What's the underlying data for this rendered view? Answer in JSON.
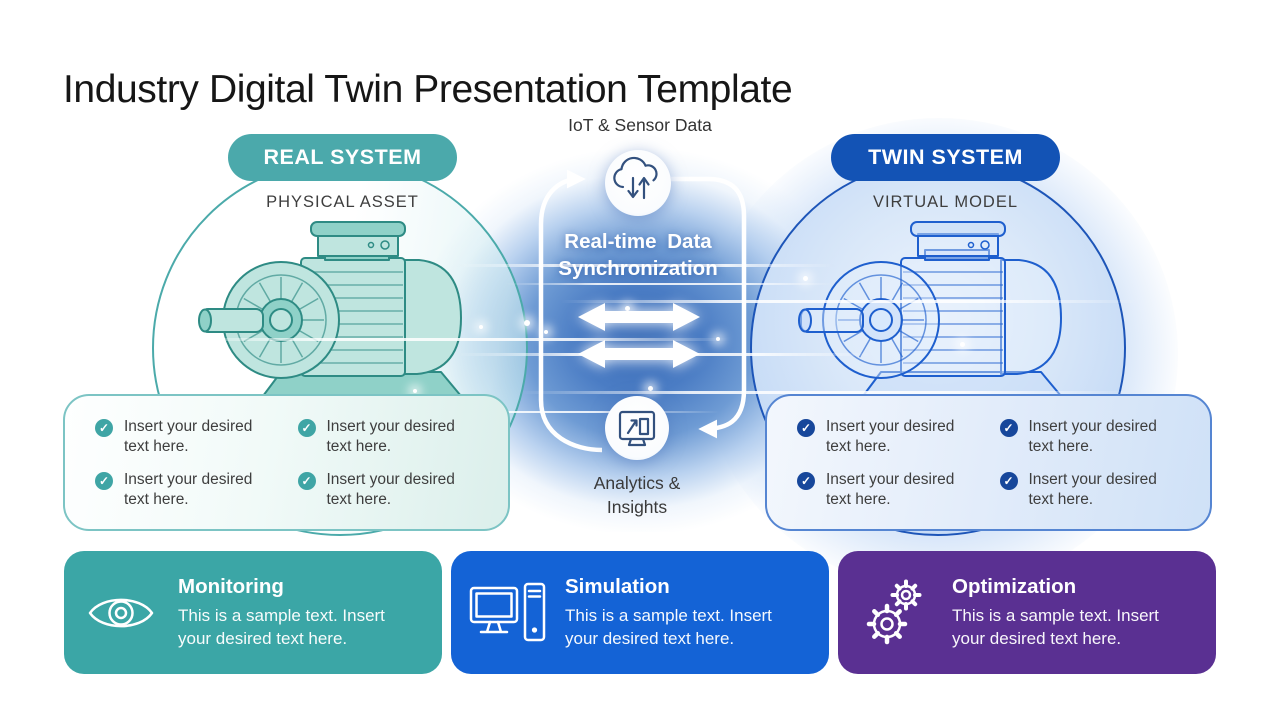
{
  "title": "Industry Digital Twin Presentation Template",
  "center": {
    "iot_label": "IoT & Sensor Data",
    "sync_line1": "Real-time Data",
    "sync_line2": "Synchronization",
    "analytics_line1": "Analytics &",
    "analytics_line2": "Insights"
  },
  "real_system": {
    "badge": "REAL SYSTEM",
    "subtitle": "PHYSICAL ASSET",
    "items": [
      "Insert your desired text here.",
      "Insert your desired text here.",
      "Insert your desired text here.",
      "Insert your desired text here."
    ]
  },
  "twin_system": {
    "badge": "TWIN SYSTEM",
    "subtitle": "VIRTUAL MODEL",
    "items": [
      "Insert your desired text here.",
      "Insert your desired text here.",
      "Insert your desired text here.",
      "Insert your desired text here."
    ]
  },
  "cards": [
    {
      "title": "Monitoring",
      "body": "This is a sample text. Insert your desired text here.",
      "icon": "eye-icon",
      "color": "#3BA6A6"
    },
    {
      "title": "Simulation",
      "body": "This is a sample text. Insert your desired text here.",
      "icon": "computer-icon",
      "color": "#1463D6"
    },
    {
      "title": "Optimization",
      "body": "This is a sample text. Insert your desired text here.",
      "icon": "gears-icon",
      "color": "#5A3092"
    }
  ],
  "icons": {
    "check": "✓",
    "cloud": "cloud-sync-icon",
    "analytics": "analytics-monitor-icon"
  },
  "colors": {
    "real_accent": "#4BA9AB",
    "twin_accent": "#1353B5",
    "glow_blue": "#4A7CC4",
    "real_check": "#3FA5A5",
    "twin_check": "#17479B",
    "card_teal": "#3BA6A6",
    "card_blue": "#1463D6",
    "card_purple": "#5A3092"
  }
}
